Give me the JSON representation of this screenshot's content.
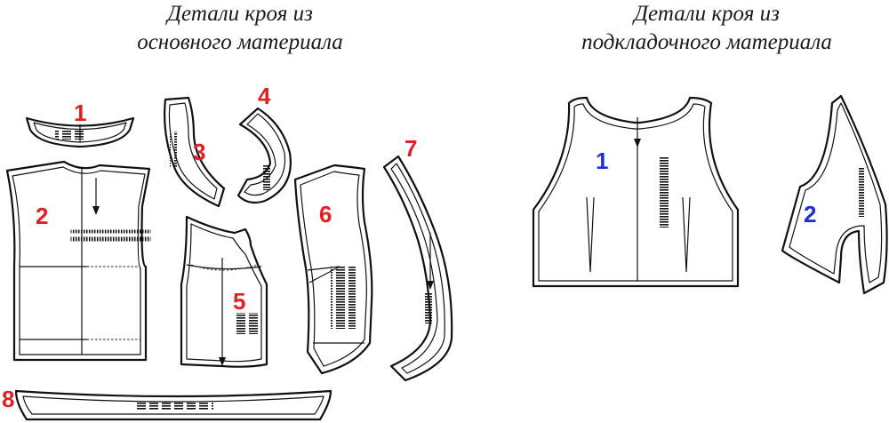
{
  "headings": {
    "main": {
      "line1": "Детали кроя из",
      "line2": "основного материала"
    },
    "lining": {
      "line1": "Детали кроя из",
      "line2": "подкладочного материала"
    }
  },
  "main_pieces": [
    {
      "number": "1"
    },
    {
      "number": "2"
    },
    {
      "number": "3"
    },
    {
      "number": "4"
    },
    {
      "number": "5"
    },
    {
      "number": "6"
    },
    {
      "number": "7"
    },
    {
      "number": "8"
    }
  ],
  "lining_pieces": [
    {
      "number": "1"
    },
    {
      "number": "2"
    }
  ],
  "colors": {
    "main_number": "#e31e24",
    "lining_number": "#1f2fd6",
    "outline": "#111111"
  }
}
